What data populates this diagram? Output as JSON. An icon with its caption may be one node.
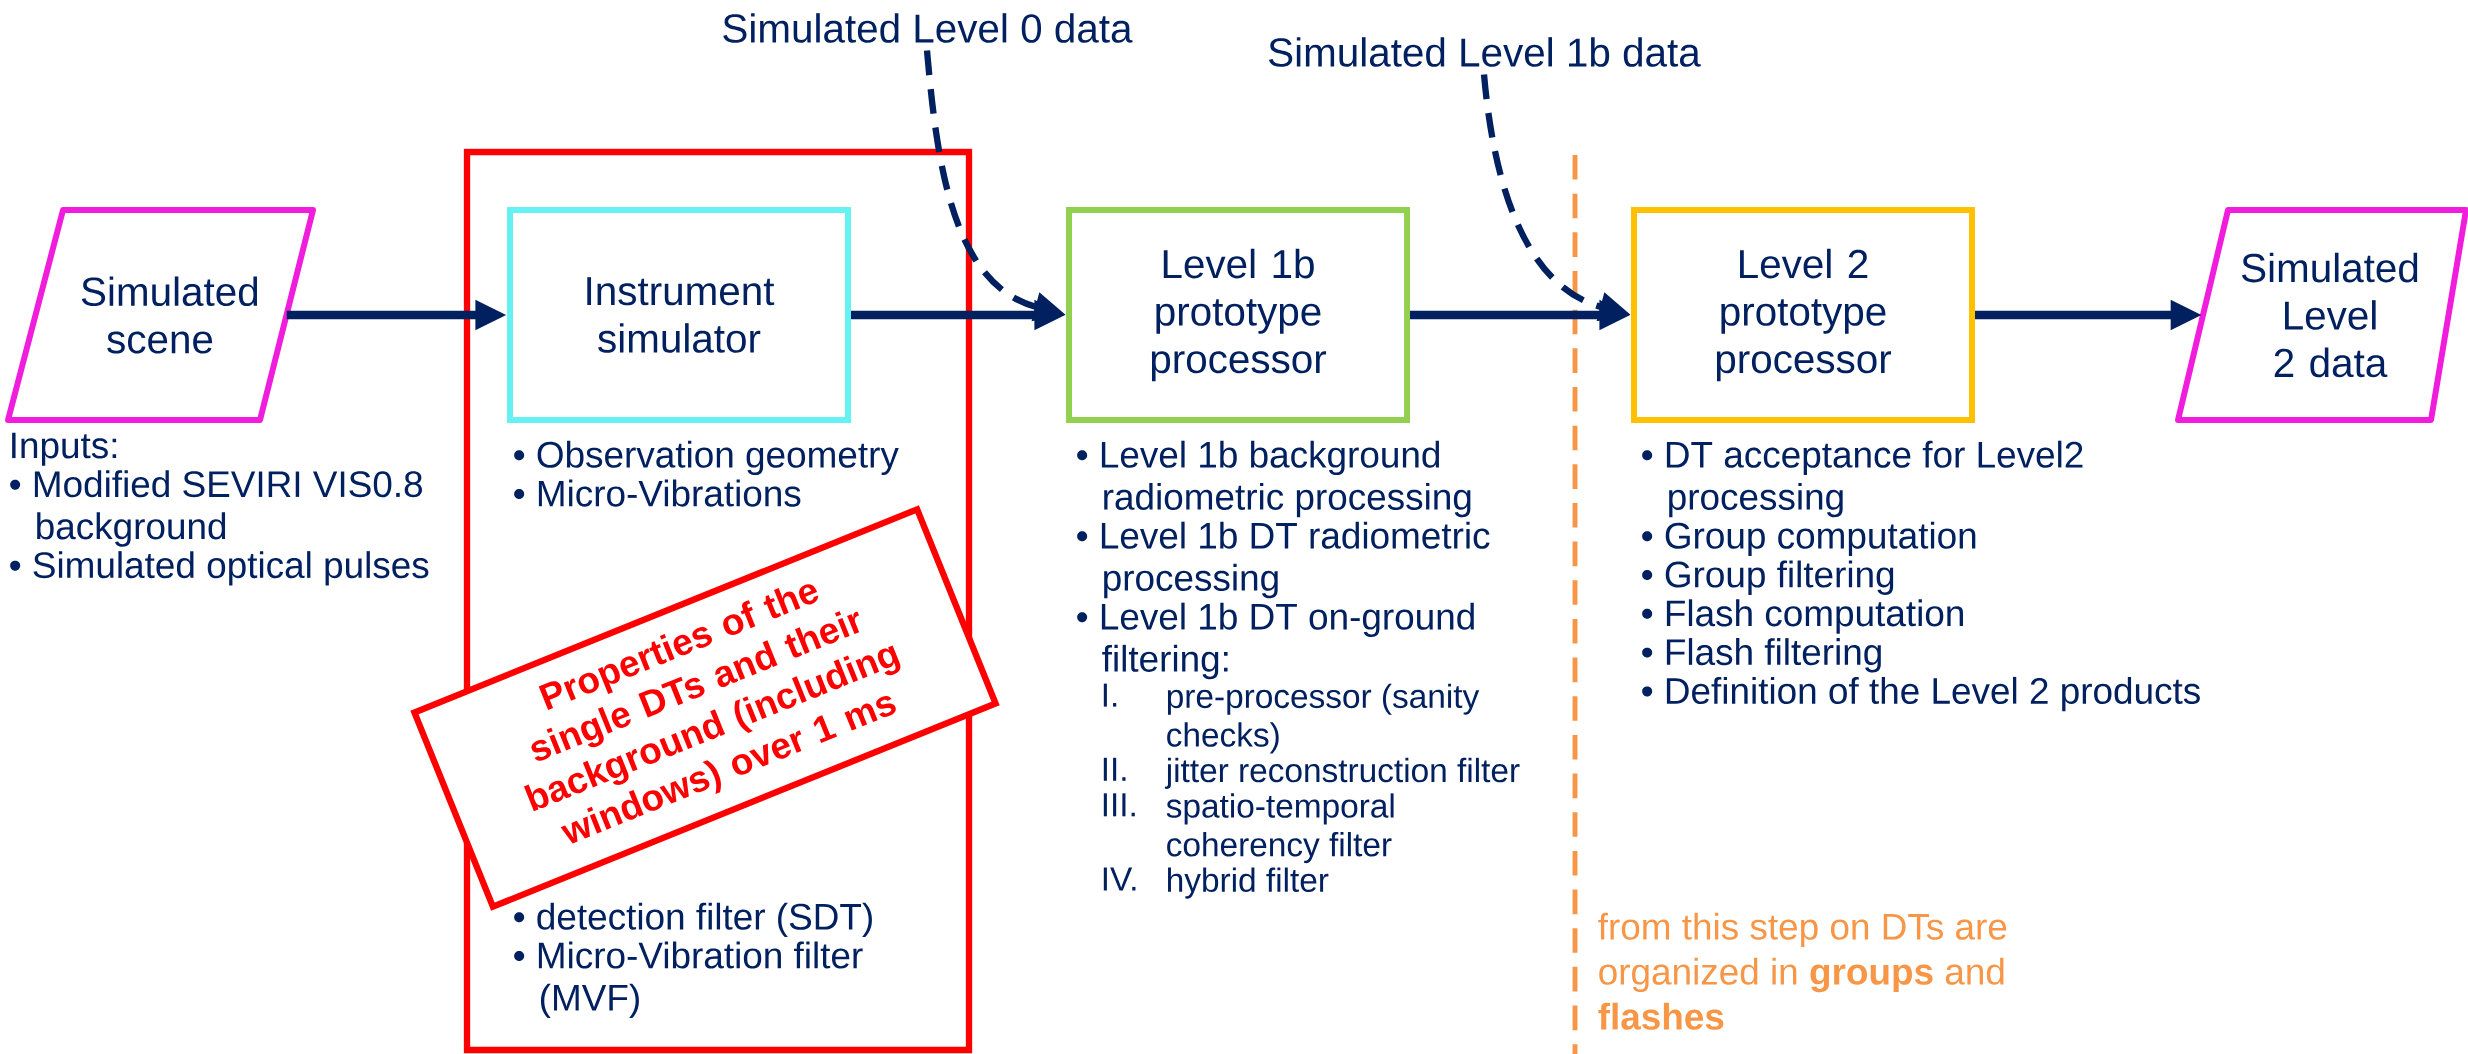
{
  "diagram": {
    "nodes": [
      {
        "text": [
          "Simulated scene"
        ]
      },
      {
        "text": [],
        "shape": "box"
      },
      {
        "text": [
          "Instrument simulator"
        ],
        "in": 1
      },
      {
        "text": [
          "Properties of the single DTs and their background (including windows) over 1 ms"
        ]
      },
      {
        "text": [
          "Level 1b prototype processor"
        ]
      },
      {
        "text": [
          "Level 2 prototype processor"
        ]
      },
      {
        "text": [
          "Simulated Level 2 data"
        ]
      },
      {
        "text": [
          "Simulated Level 0 data"
        ]
      },
      {
        "text": [
          "Simulated Level 1b data"
        ]
      }
    ],
    "edges": [
      {
        "from": 0,
        "to": 2,
        "arrow": "to"
      },
      {
        "from": 2,
        "to": 4,
        "arrow": "to"
      },
      {
        "from": 4,
        "to": 5,
        "arrow": "to"
      },
      {
        "from": 5,
        "to": 6,
        "arrow": "to"
      },
      {
        "from": 7,
        "to": 4,
        "arrow": "to",
        "style": "dashed"
      },
      {
        "from": 8,
        "to": 5,
        "arrow": "to",
        "style": "dashed"
      }
    ],
    "labels": [
      "Inputs:",
      "• Modified SEVIRI VIS0.8 background",
      "• Simulated optical pulses",
      "• Observation geometry",
      "• Micro-Vibrations",
      "• detection filter (SDT)",
      "• Micro-Vibration filter (MVF)",
      "• Level 1b background radiometric processing",
      "• Level 1b DT radiometric processing",
      "• Level 1b DT on-ground filtering:",
      "I.",
      "pre-processor (sanity checks)",
      "II.",
      "jitter reconstruction filter",
      "III.",
      "spatio-temporal coherency filter",
      "IV.",
      "hybrid filter",
      "• DT acceptance for Level2 processing",
      "• Group computation",
      "• Group filtering",
      "• Flash computation",
      "• Flash filtering",
      "• Definition of the Level 2 products",
      "from this step on DTs are organized in **groups** and **flashes**"
    ]
  }
}
